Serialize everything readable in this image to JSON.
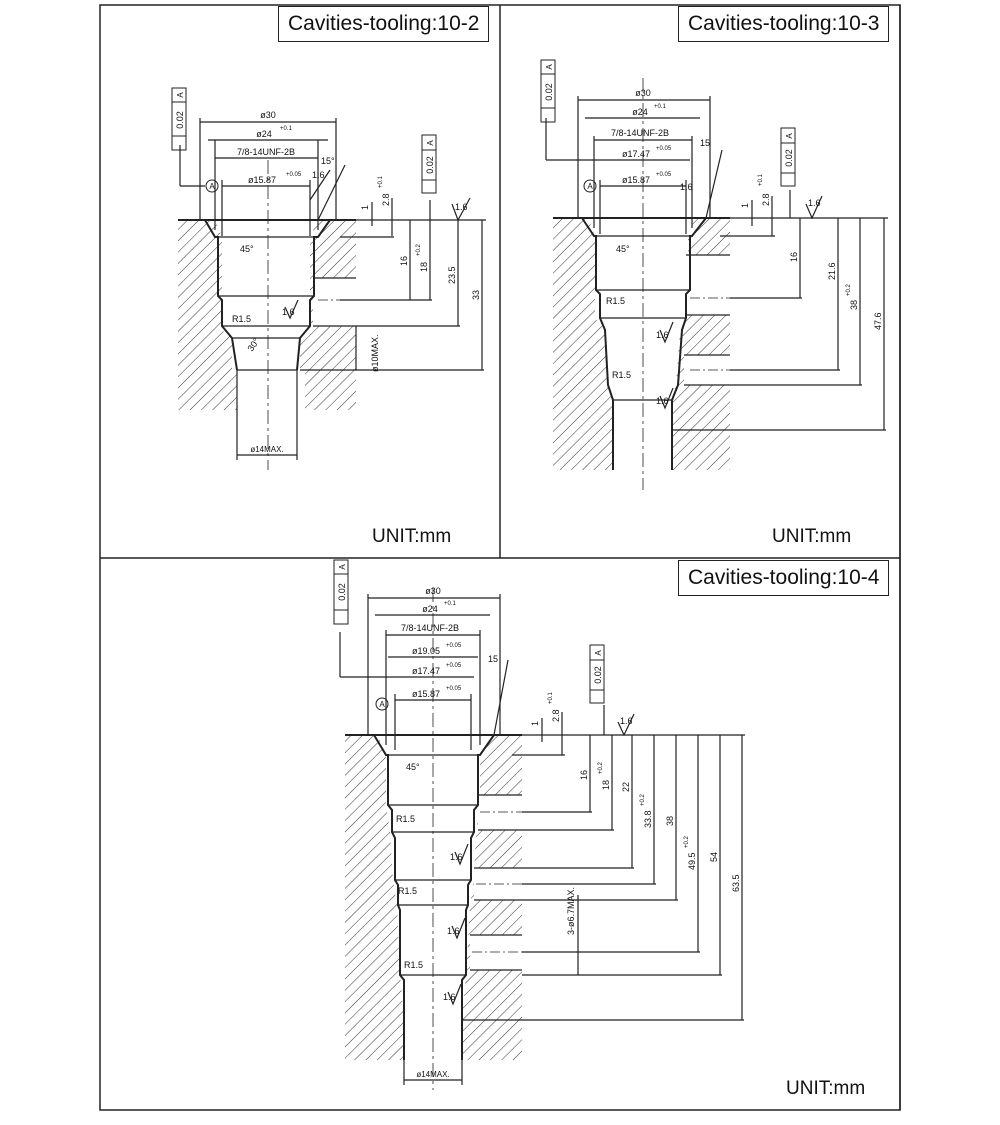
{
  "panels": [
    {
      "title": "Cavities-tooling:10-2",
      "unit": "UNIT:mm",
      "dims_top": [
        "ø30",
        "ø24",
        "7/8-14UNF-2B",
        "ø15.87"
      ],
      "tol_top": [
        "+0.1",
        "+0.05"
      ],
      "flatness": "0.02",
      "flatness_datum": "A",
      "concentricity": "0.02",
      "datum": "A",
      "angle_top": "15°",
      "finish": [
        "1.6",
        "1.6",
        "1.6"
      ],
      "depth_small": [
        "1",
        "2.8"
      ],
      "tol_depth": [
        "+0.1",
        "+0.2"
      ],
      "dims_right": [
        "16",
        "18",
        "23.5",
        "33"
      ],
      "chamfer": "45°",
      "angle_lower": "30°",
      "radius": "R1.5",
      "dia_mid": "ø10MAX.",
      "dia_bottom": "ø14MAX."
    },
    {
      "title": "Cavities-tooling:10-3",
      "unit": "UNIT:mm",
      "dims_top": [
        "ø30",
        "ø24",
        "7/8-14UNF-2B",
        "ø17.47",
        "ø15.87"
      ],
      "tol_top": [
        "+0.1",
        "+0.05",
        "+0.05"
      ],
      "flatness": "0.02",
      "flatness_datum": "A",
      "concentricity": "0.02",
      "datum": "A",
      "angle_top": "15",
      "finish": [
        "1.6",
        "1.6",
        "1.6",
        "1.6"
      ],
      "depth_small": [
        "1",
        "2.8"
      ],
      "tol_depth": [
        "+0.1",
        "+0.2"
      ],
      "dims_right": [
        "16",
        "21.6",
        "38",
        "47.6"
      ],
      "chamfer": "45°",
      "radius": [
        "R1.5",
        "R1.5"
      ]
    },
    {
      "title": "Cavities-tooling:10-4",
      "unit": "UNIT:mm",
      "dims_top": [
        "ø30",
        "ø24",
        "7/8-14UNF-2B",
        "ø19.05",
        "ø17.47",
        "ø15.87"
      ],
      "tol_top": [
        "+0.1",
        "+0.05",
        "+0.05",
        "+0.05"
      ],
      "flatness": "0.02",
      "flatness_datum": "A",
      "concentricity": "0.02",
      "datum": "A",
      "angle_top": "15",
      "finish": [
        "1.6",
        "1.6",
        "1.6",
        "1.6"
      ],
      "depth_small": [
        "1",
        "2.8"
      ],
      "tol_depth": [
        "+0.1",
        "+0.2",
        "+0.2",
        "+0.2"
      ],
      "dims_right": [
        "16",
        "18",
        "22",
        "33.8",
        "38",
        "49.5",
        "54",
        "63.5"
      ],
      "chamfer": "45°",
      "radius": [
        "R1.5",
        "R1.5",
        "R1.5"
      ],
      "ports": "3-ø6.7MAX.",
      "dia_bottom": "ø14MAX."
    }
  ]
}
